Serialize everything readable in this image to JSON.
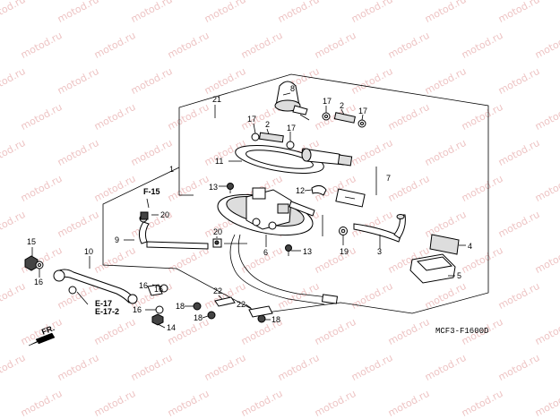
{
  "watermark": "motod.ru",
  "diagram_code": "MCF3-F1600D",
  "direction_label": "FR.",
  "refs": {
    "f15": "F-15",
    "e17": "E-17",
    "e17_2": "E-17-2"
  },
  "labels": {
    "n1": "1",
    "n2a": "2",
    "n2b": "2",
    "n3": "3",
    "n4": "4",
    "n5": "5",
    "n6": "6",
    "n7": "7",
    "n8": "8",
    "n9": "9",
    "n10": "10",
    "n11": "11",
    "n12": "12",
    "n13a": "13",
    "n13b": "13",
    "n14": "14",
    "n15": "15",
    "n16a": "16",
    "n16b": "16",
    "n16c": "16",
    "n16d": "16",
    "n17a": "17",
    "n17b": "17",
    "n17c": "17",
    "n17d": "17",
    "n18a": "18",
    "n18b": "18",
    "n18c": "18",
    "n19": "19",
    "n20a": "20",
    "n20b": "20",
    "n21": "21",
    "n22a": "22",
    "n22b": "22"
  }
}
